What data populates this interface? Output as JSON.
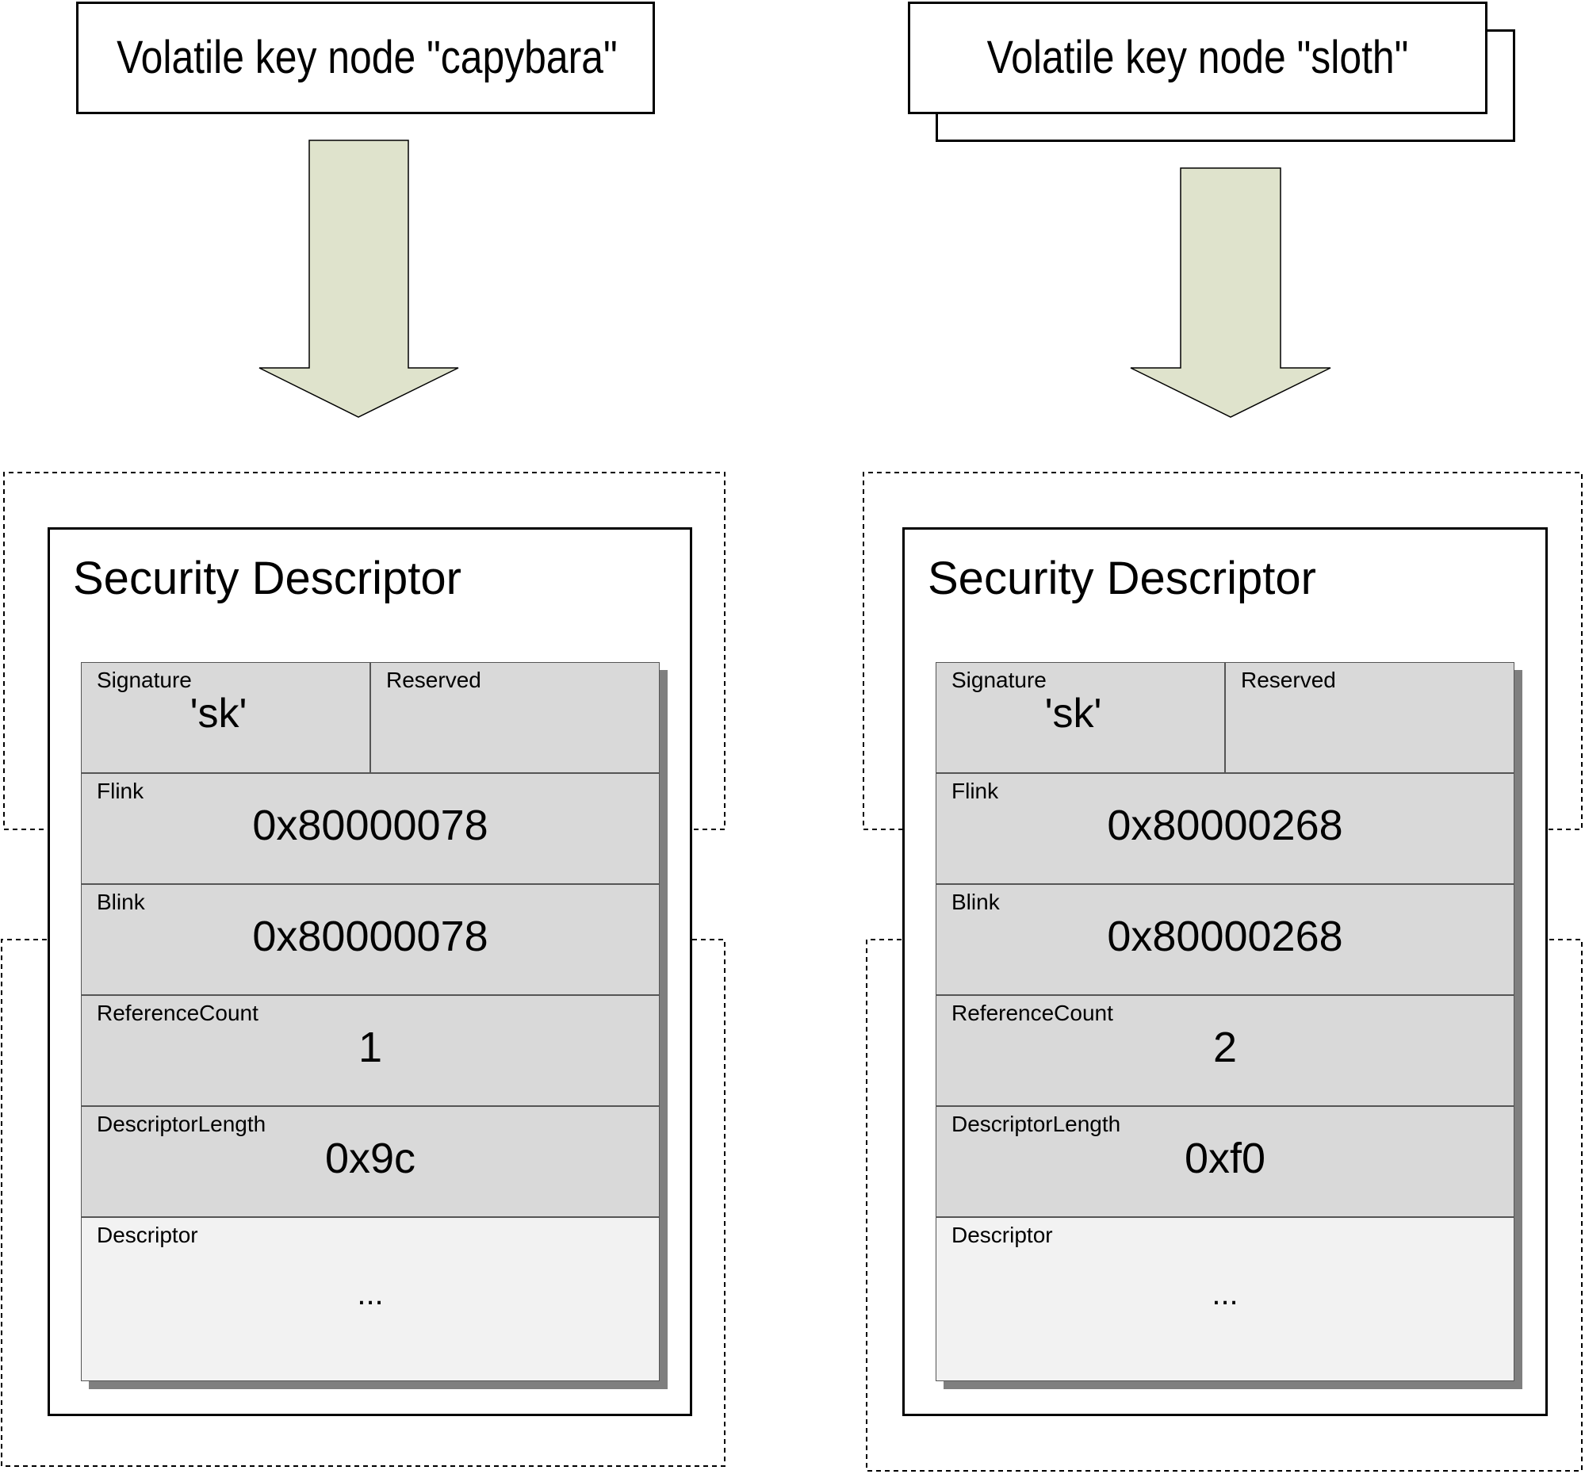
{
  "left": {
    "keynode_label": "Volatile key node \"capybara\"",
    "title": "Security Descriptor",
    "signature_label": "Signature",
    "signature_value": "'sk'",
    "reserved_label": "Reserved",
    "flink_label": "Flink",
    "flink_value": "0x80000078",
    "blink_label": "Blink",
    "blink_value": "0x80000078",
    "refcount_label": "ReferenceCount",
    "refcount_value": "1",
    "desclen_label": "DescriptorLength",
    "desclen_value": "0x9c",
    "descriptor_label": "Descriptor",
    "descriptor_value": "..."
  },
  "right": {
    "keynode_label": "Volatile key node \"sloth\"",
    "title": "Security Descriptor",
    "signature_label": "Signature",
    "signature_value": "'sk'",
    "reserved_label": "Reserved",
    "flink_label": "Flink",
    "flink_value": "0x80000268",
    "blink_label": "Blink",
    "blink_value": "0x80000268",
    "refcount_label": "ReferenceCount",
    "refcount_value": "2",
    "desclen_label": "DescriptorLength",
    "desclen_value": "0xf0",
    "descriptor_label": "Descriptor",
    "descriptor_value": "..."
  },
  "colors": {
    "arrow_fill": "#dfe3cc",
    "cell_fill": "#d9d9d9",
    "descriptor_fill": "#f2f2f2",
    "shadow": "#7f7f7f"
  }
}
